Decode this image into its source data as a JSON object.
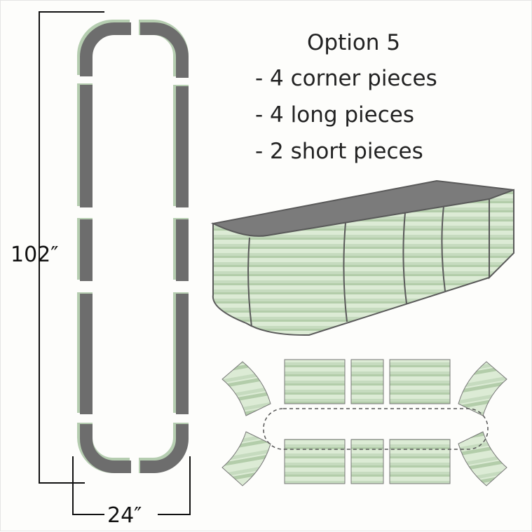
{
  "option": {
    "title": "Option 5",
    "items": [
      "- 4 corner pieces",
      "- 4 long pieces",
      "- 2 short pieces"
    ]
  },
  "dimensions": {
    "length": "102″",
    "width": "24″"
  },
  "colors": {
    "panel": "#dcebd5",
    "panel_shade": "#b3cdaa",
    "interior": "#7a7a7a",
    "frame": "#6d6d6d"
  }
}
